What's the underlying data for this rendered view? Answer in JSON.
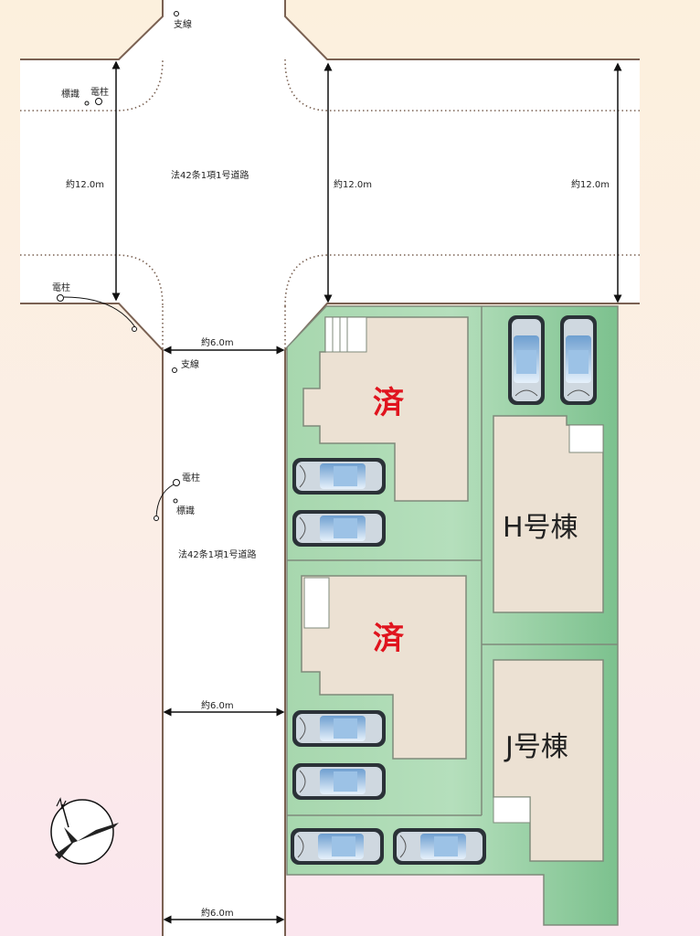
{
  "road_labels": {
    "upper_road": "法42条1項1号道路",
    "lower_road": "法42条1項1号道路"
  },
  "dimensions": {
    "left_width": "約12.0m",
    "middle_width": "約12.0m",
    "right_width": "約12.0m",
    "road_width_top": "約6.0m",
    "road_width_mid": "約6.0m",
    "road_width_bottom": "約6.0m"
  },
  "markers": {
    "guy_wire_top": "支線",
    "sign_left": "標識",
    "pole_left": "電柱",
    "pole_lower_left": "電柱",
    "guy_wire_mid": "支線",
    "pole_mid": "電柱",
    "sign_mid": "標識"
  },
  "lots": [
    {
      "label": "済",
      "status": "sold"
    },
    {
      "label": "済",
      "status": "sold"
    },
    {
      "label": "H号棟",
      "status": "available"
    },
    {
      "label": "J号棟",
      "status": "available"
    }
  ],
  "colors": {
    "sold": "#e0141e",
    "lot_green": "#9fd3a9",
    "building": "#ece1d3"
  }
}
